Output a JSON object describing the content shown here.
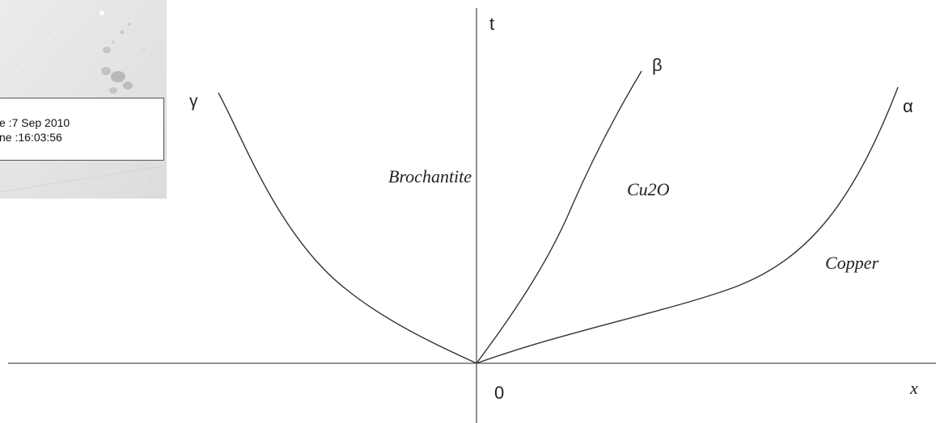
{
  "photo_info": {
    "date_line": "e :7 Sep 2010",
    "time_line": "ne :16:03:56"
  },
  "axes": {
    "vertical_label": "t",
    "horizontal_label": "x",
    "origin_label": "0"
  },
  "curves": {
    "gamma": "γ",
    "beta": "β",
    "alpha": "α"
  },
  "regions": {
    "brochantite": "Brochantite",
    "cu2o": "Cu2O",
    "copper": "Copper"
  },
  "colors": {
    "line": "#333333",
    "photo_background": "#e6e6e6"
  }
}
